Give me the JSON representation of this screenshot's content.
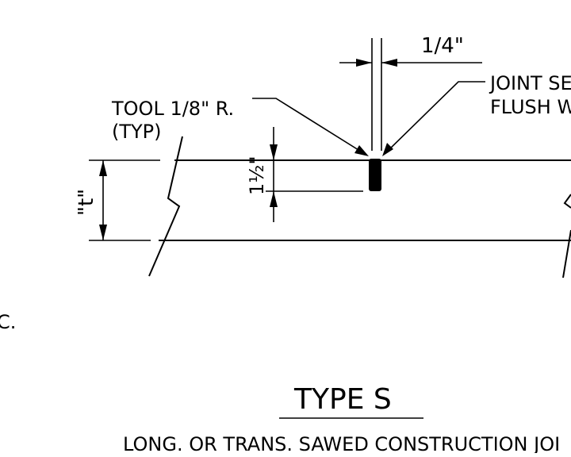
{
  "labels": {
    "joint_width": "1/4\"",
    "joint_sealant_line1": "JOINT SE",
    "joint_sealant_line2": "FLUSH W",
    "tool_radius": "TOOL 1/8\" R.",
    "tool_typ": "(TYP)",
    "thickness": "\"t\"",
    "sawcut_depth": "1½\"",
    "left_edge_fragment": "C.",
    "type_title": "TYPE S",
    "caption": "LONG. OR TRANS. SAWED CONSTRUCTION JOI"
  },
  "colors": {
    "line": "#000000",
    "background": "#ffffff"
  }
}
